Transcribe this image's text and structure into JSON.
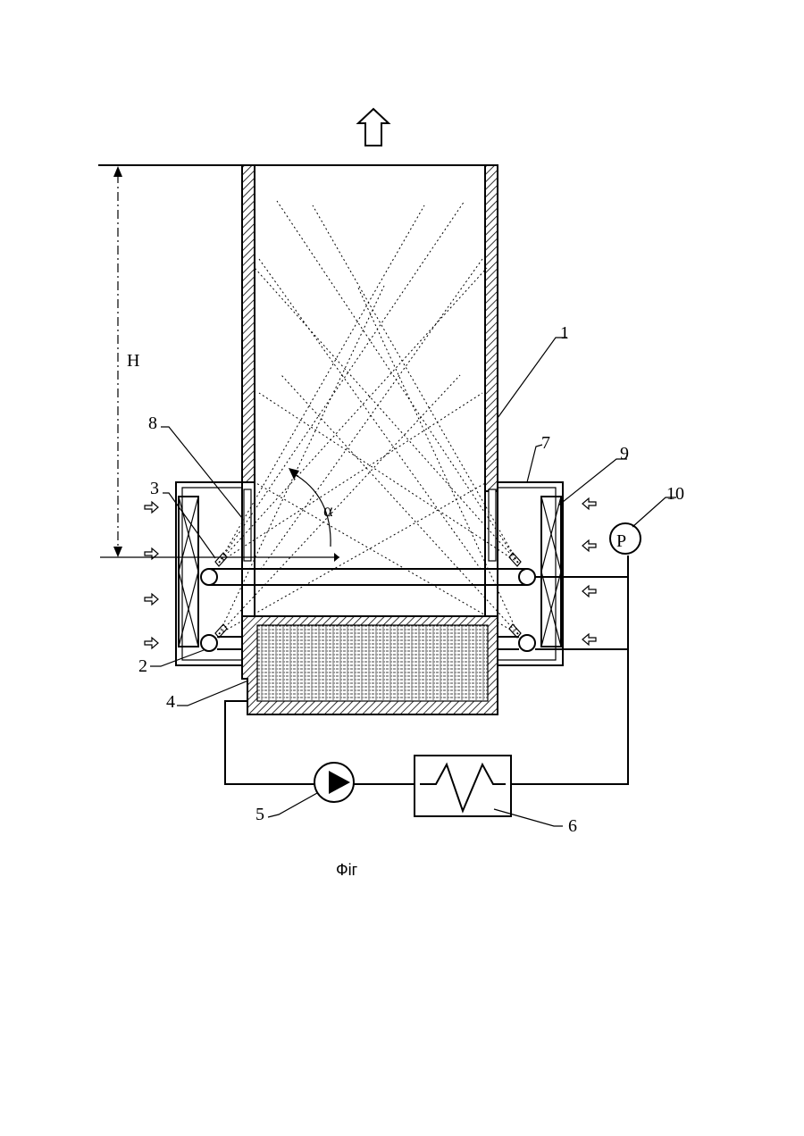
{
  "labels": {
    "n1": "1",
    "n2": "2",
    "n3": "3",
    "n4": "4",
    "n5": "5",
    "n6": "6",
    "n7": "7",
    "n8": "8",
    "n9": "9",
    "n10": "10",
    "height": "H",
    "angle": "α",
    "pressure": "P"
  },
  "caption": "Фiг",
  "colors": {
    "ink": "#000000",
    "background": "#ffffff"
  }
}
